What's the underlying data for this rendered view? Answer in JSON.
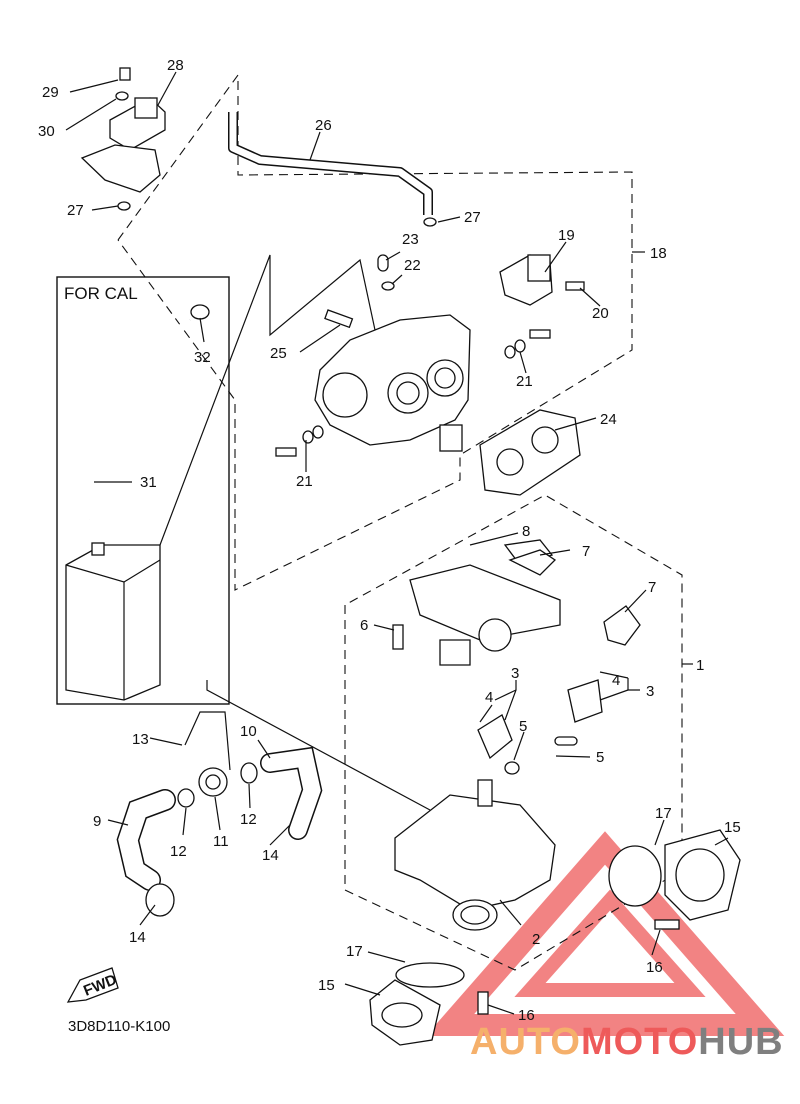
{
  "diagram": {
    "inset_label": "FOR CAL",
    "diagram_code": "3D8D110-K100",
    "direction_label": "FWD",
    "callouts": {
      "c1": "1",
      "c2": "2",
      "c3a": "3",
      "c3b": "3",
      "c4a": "4",
      "c4b": "4",
      "c5a": "5",
      "c5b": "5",
      "c6": "6",
      "c7a": "7",
      "c7b": "7",
      "c8": "8",
      "c9": "9",
      "c10": "10",
      "c11": "11",
      "c12a": "12",
      "c12b": "12",
      "c13": "13",
      "c14a": "14",
      "c14b": "14",
      "c15a": "15",
      "c15b": "15",
      "c16a": "16",
      "c16b": "16",
      "c17a": "17",
      "c17b": "17",
      "c18": "18",
      "c19": "19",
      "c20": "20",
      "c21a": "21",
      "c21b": "21",
      "c22": "22",
      "c23": "23",
      "c24": "24",
      "c25": "25",
      "c26": "26",
      "c27a": "27",
      "c27b": "27",
      "c28": "28",
      "c29": "29",
      "c30": "30",
      "c31": "31",
      "c32": "32"
    }
  },
  "watermark": {
    "text_part1": "AUTO",
    "text_part2": "MOTO",
    "text_part3": "HUB",
    "color_orange": "#f5b06b",
    "color_red": "#ee5a5a",
    "color_gray": "#7f7f7f"
  }
}
